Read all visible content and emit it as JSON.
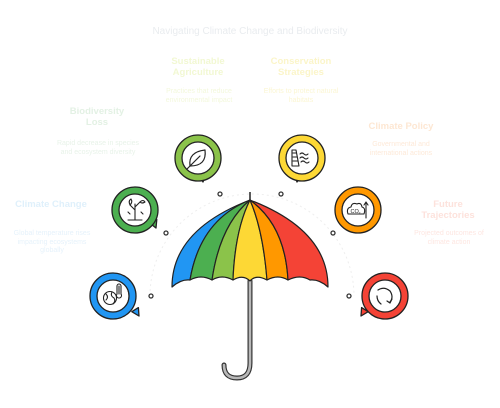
{
  "title": "Navigating Climate Change and Biodiversity",
  "colors": {
    "blue": "#2196f3",
    "green": "#4caf50",
    "lightgreen": "#8bc34a",
    "yellow": "#fdd835",
    "orange": "#ff9800",
    "red": "#f44336",
    "stroke": "#222222"
  },
  "items": [
    {
      "id": "climate-change",
      "label": "Climate Change",
      "description": "Global temperature rises impacting ecosystems globally",
      "color": "#2196f3",
      "icon": "globe-thermometer-icon"
    },
    {
      "id": "biodiversity-loss",
      "label": "Biodiversity Loss",
      "description": "Rapid decrease in species and ecosystem diversity",
      "color": "#4caf50",
      "icon": "withering-plant-icon"
    },
    {
      "id": "sustainable-agriculture",
      "label": "Sustainable Agriculture",
      "description": "Practices that reduce environmental impact",
      "color": "#8bc34a",
      "icon": "leaf-icon"
    },
    {
      "id": "conservation-strategies",
      "label": "Conservation Strategies",
      "description": "Efforts to protect natural habitats",
      "color": "#fdd835",
      "icon": "dam-water-icon"
    },
    {
      "id": "climate-policy",
      "label": "Climate Policy",
      "description": "Governmental and international actions",
      "color": "#ff9800",
      "icon": "co2-reduction-icon"
    },
    {
      "id": "future-trajectories",
      "label": "Future Trajectories",
      "description": "Projected outcomes of climate action",
      "color": "#f44336",
      "icon": "trend-arrow-icon"
    }
  ]
}
